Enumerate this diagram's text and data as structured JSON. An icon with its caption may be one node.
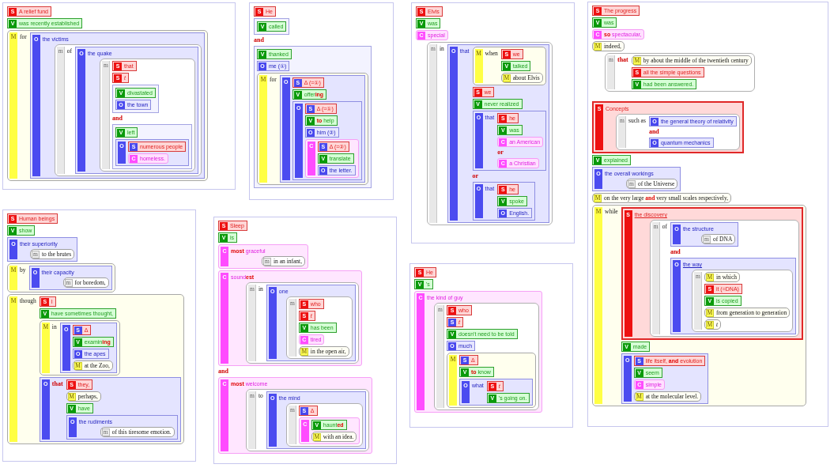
{
  "diagram": {
    "nodes": [
      {
        "text": [],
        "shape": "box"
      },
      {
        "text": [
          "S",
          "A relief fund"
        ],
        "in": 0
      },
      {
        "text": [
          "V",
          "was recently established"
        ],
        "in": 0
      },
      {
        "text": [
          "M",
          "for"
        ],
        "in": 0
      },
      {
        "text": [
          "O",
          "the victims"
        ],
        "in": 3
      },
      {
        "text": [
          "m",
          "of"
        ],
        "in": 4
      },
      {
        "text": [
          "O",
          "the quake"
        ],
        "in": 5
      },
      {
        "text": [
          "m",
          "and"
        ],
        "in": 6
      },
      {
        "text": [
          "S",
          "that"
        ],
        "in": 7
      },
      {
        "text": [
          "S",
          "t"
        ],
        "in": 7
      },
      {
        "text": [],
        "shape": "box",
        "in": 7
      },
      {
        "text": [
          "V",
          "divastated"
        ],
        "in": 10
      },
      {
        "text": [
          "O",
          "the town"
        ],
        "in": 10
      },
      {
        "text": [],
        "shape": "box",
        "in": 7
      },
      {
        "text": [
          "V",
          "left"
        ],
        "in": 13
      },
      {
        "text": [
          "O"
        ],
        "in": 13
      },
      {
        "text": [
          "S",
          "numerous people"
        ],
        "in": 15
      },
      {
        "text": [
          "C",
          "homeless."
        ],
        "in": 15
      },
      {
        "text": [
          "and"
        ]
      },
      {
        "text": [
          "S",
          "He"
        ],
        "in": 18
      },
      {
        "text": [],
        "shape": "box",
        "in": 18
      },
      {
        "text": [
          "V",
          "called"
        ],
        "in": 20
      },
      {
        "text": [],
        "shape": "box",
        "in": 18
      },
      {
        "text": [
          "V",
          "thanked"
        ],
        "in": 22
      },
      {
        "text": [
          "O",
          "me (①)"
        ],
        "in": 22
      },
      {
        "text": [
          "M",
          "for"
        ],
        "in": 22
      },
      {
        "text": [
          "O"
        ],
        "in": 25
      },
      {
        "text": [
          "S",
          "Δ (=①)"
        ],
        "in": 26
      },
      {
        "text": [
          "V",
          "offer**ing**"
        ],
        "in": 26
      },
      {
        "text": [
          "O"
        ],
        "in": 26
      },
      {
        "text": [
          "S",
          "Δ (=①)"
        ],
        "in": 29
      },
      {
        "text": [
          "V",
          "**to** help"
        ],
        "in": 29
      },
      {
        "text": [
          "O",
          "him (②)"
        ],
        "in": 29
      },
      {
        "text": [
          "C"
        ],
        "in": 29
      },
      {
        "text": [
          "S",
          "Δ (=②)"
        ],
        "in": 33
      },
      {
        "text": [
          "V",
          "translate"
        ],
        "in": 33
      },
      {
        "text": [
          "O",
          "the letter."
        ],
        "in": 33
      },
      {
        "text": [],
        "shape": "box"
      },
      {
        "text": [
          "S",
          "Elvis"
        ],
        "in": 37
      },
      {
        "text": [
          "V",
          "was"
        ],
        "in": 37
      },
      {
        "text": [
          "C",
          "special"
        ],
        "in": 37
      },
      {
        "text": [
          "m",
          "in"
        ],
        "in": 37
      },
      {
        "text": [
          "O",
          "that",
          "or"
        ],
        "in": 41
      },
      {
        "text": [
          "M",
          "when"
        ],
        "in": 42
      },
      {
        "text": [
          "S",
          "we"
        ],
        "in": 43
      },
      {
        "text": [
          "V",
          "talked"
        ],
        "in": 43
      },
      {
        "text": [
          "M",
          "about Elvis"
        ],
        "in": 43
      },
      {
        "text": [
          "S",
          "we"
        ],
        "in": 42
      },
      {
        "text": [
          "V",
          "never realized"
        ],
        "in": 42
      },
      {
        "text": [
          "O",
          "that",
          "or"
        ],
        "in": 42
      },
      {
        "text": [
          "S",
          "he"
        ],
        "in": 49
      },
      {
        "text": [
          "V",
          "was"
        ],
        "in": 49
      },
      {
        "text": [
          "C",
          "an American"
        ],
        "in": 49
      },
      {
        "text": [
          "C",
          "a Christian"
        ],
        "in": 49
      },
      {
        "text": [
          "O",
          "that"
        ],
        "in": 42
      },
      {
        "text": [
          "S",
          "he"
        ],
        "in": 54
      },
      {
        "text": [
          "V",
          "spoke"
        ],
        "in": 54
      },
      {
        "text": [
          "O",
          "English."
        ],
        "in": 54
      },
      {
        "text": [],
        "shape": "box"
      },
      {
        "text": [
          "S",
          "The progress"
        ],
        "in": 58
      },
      {
        "text": [
          "V",
          "was"
        ],
        "in": 58
      },
      {
        "text": [
          "C",
          "**so** spectacular,"
        ],
        "in": 58
      },
      {
        "text": [
          "M",
          "indeed,"
        ],
        "in": 58
      },
      {
        "text": [
          "m",
          "that"
        ],
        "in": 58
      },
      {
        "text": [
          "M",
          "by about the middle of the twentieth century"
        ],
        "in": 63
      },
      {
        "text": [
          "S",
          "all the simple questions"
        ],
        "in": 63
      },
      {
        "text": [
          "V",
          "had been answered."
        ],
        "in": 63
      },
      {
        "text": [
          "S",
          "Concepts"
        ],
        "in": 58
      },
      {
        "text": [
          "m",
          "such as",
          "and"
        ],
        "in": 67
      },
      {
        "text": [
          "O",
          "the general theory of relativity"
        ],
        "in": 68
      },
      {
        "text": [
          "O",
          "quantum mechanics"
        ],
        "in": 68
      },
      {
        "text": [
          "V",
          "explained"
        ],
        "in": 58
      },
      {
        "text": [
          "O",
          "the overall workings"
        ],
        "in": 58
      },
      {
        "text": [
          "m",
          "of the Universe"
        ],
        "in": 72
      },
      {
        "text": [
          "M",
          "on the very large **and** very small scales respectively,"
        ],
        "in": 58
      },
      {
        "text": [
          "M",
          "while"
        ],
        "in": 58
      },
      {
        "text": [
          "S",
          "the discovery"
        ],
        "in": 75
      },
      {
        "text": [
          "m",
          "of",
          "and"
        ],
        "in": 76
      },
      {
        "text": [
          "O",
          "the structure"
        ],
        "in": 77
      },
      {
        "text": [
          "m",
          "of DNA"
        ],
        "in": 78
      },
      {
        "text": [
          "O",
          "the way"
        ],
        "in": 77
      },
      {
        "text": [
          "m"
        ],
        "in": 80
      },
      {
        "text": [
          "M",
          "in which"
        ],
        "in": 81
      },
      {
        "text": [
          "S",
          "it (=DNA)"
        ],
        "in": 81
      },
      {
        "text": [
          "V",
          "is copied"
        ],
        "in": 81
      },
      {
        "text": [
          "M",
          "from generation to generation"
        ],
        "in": 81
      },
      {
        "text": [
          "M",
          "t"
        ],
        "in": 81
      },
      {
        "text": [
          "V",
          "made"
        ],
        "in": 75
      },
      {
        "text": [
          "O"
        ],
        "in": 75
      },
      {
        "text": [
          "S",
          "life itself, **and** evolution"
        ],
        "in": 88
      },
      {
        "text": [
          "V",
          "seem"
        ],
        "in": 88
      },
      {
        "text": [
          "C",
          "simple"
        ],
        "in": 88
      },
      {
        "text": [
          "M",
          "at the molecular level."
        ],
        "in": 88
      },
      {
        "text": [],
        "shape": "box"
      },
      {
        "text": [
          "S",
          "Human beings"
        ],
        "in": 93
      },
      {
        "text": [
          "V",
          "show"
        ],
        "in": 93
      },
      {
        "text": [
          "O",
          "their superiority"
        ],
        "in": 93
      },
      {
        "text": [
          "m",
          "to the brutes"
        ],
        "in": 96
      },
      {
        "text": [
          "M",
          "by"
        ],
        "in": 93
      },
      {
        "text": [
          "O",
          "their capacity"
        ],
        "in": 98
      },
      {
        "text": [
          "m",
          "for boredom,"
        ],
        "in": 99
      },
      {
        "text": [
          "M",
          "though"
        ],
        "in": 93
      },
      {
        "text": [
          "S",
          "I"
        ],
        "in": 101
      },
      {
        "text": [
          "V",
          "have sometimes thought,"
        ],
        "in": 101
      },
      {
        "text": [
          "M",
          "in"
        ],
        "in": 101
      },
      {
        "text": [
          "O"
        ],
        "in": 104
      },
      {
        "text": [
          "S",
          "Δ"
        ],
        "in": 105
      },
      {
        "text": [
          "V",
          "examin**ing**"
        ],
        "in": 105
      },
      {
        "text": [
          "O",
          "the apes"
        ],
        "in": 105
      },
      {
        "text": [
          "M",
          "at the Zoo,"
        ],
        "in": 105
      },
      {
        "text": [
          "O",
          "that"
        ],
        "in": 101
      },
      {
        "text": [
          "S",
          "they,"
        ],
        "in": 110
      },
      {
        "text": [
          "M",
          "perhaps,"
        ],
        "in": 110
      },
      {
        "text": [
          "V",
          "have"
        ],
        "in": 110
      },
      {
        "text": [
          "O",
          "the rudiments"
        ],
        "in": 110
      },
      {
        "text": [
          "m",
          "of this tiresome emotion."
        ],
        "in": 114
      },
      {
        "text": [
          "and"
        ]
      },
      {
        "text": [
          "S",
          "Sleep"
        ],
        "in": 116
      },
      {
        "text": [
          "V",
          "is"
        ],
        "in": 116
      },
      {
        "text": [
          "C",
          "**most** graceful"
        ],
        "in": 116
      },
      {
        "text": [
          "m",
          "in an infant,"
        ],
        "in": 119
      },
      {
        "text": [
          "C",
          "sound**est**"
        ],
        "in": 116
      },
      {
        "text": [
          "m",
          "in"
        ],
        "in": 121
      },
      {
        "text": [
          "O",
          "one"
        ],
        "in": 122
      },
      {
        "text": [
          "m"
        ],
        "in": 123
      },
      {
        "text": [
          "S",
          "who"
        ],
        "in": 124
      },
      {
        "text": [
          "S",
          "t"
        ],
        "in": 124
      },
      {
        "text": [
          "V",
          "has been"
        ],
        "in": 124
      },
      {
        "text": [
          "C",
          "tired"
        ],
        "in": 124
      },
      {
        "text": [
          "M",
          "in the open air,"
        ],
        "in": 124
      },
      {
        "text": [
          "C",
          "**most** welcome"
        ],
        "in": 116
      },
      {
        "text": [
          "m",
          "to"
        ],
        "in": 130
      },
      {
        "text": [
          "O",
          "the mind"
        ],
        "in": 131
      },
      {
        "text": [
          "m"
        ],
        "in": 132
      },
      {
        "text": [
          "S",
          "Δ"
        ],
        "in": 133
      },
      {
        "text": [
          "C"
        ],
        "in": 133
      },
      {
        "text": [
          "V",
          "haunt**ed**"
        ],
        "in": 135
      },
      {
        "text": [
          "M",
          "with an idea."
        ],
        "in": 135
      },
      {
        "text": [],
        "shape": "box"
      },
      {
        "text": [
          "S",
          "He"
        ],
        "in": 138
      },
      {
        "text": [
          "V",
          "'s"
        ],
        "in": 138
      },
      {
        "text": [
          "C",
          "the kind of guy"
        ],
        "in": 138
      },
      {
        "text": [
          "m"
        ],
        "in": 141
      },
      {
        "text": [
          "S",
          "who"
        ],
        "in": 142
      },
      {
        "text": [
          "S",
          "t"
        ],
        "in": 142
      },
      {
        "text": [
          "V",
          "doesn't need to be told"
        ],
        "in": 142
      },
      {
        "text": [
          "O",
          "much"
        ],
        "in": 142
      },
      {
        "text": [
          "M"
        ],
        "in": 142
      },
      {
        "text": [
          "S",
          "Δ"
        ],
        "in": 147
      },
      {
        "text": [
          "V",
          "**to** know"
        ],
        "in": 147
      },
      {
        "text": [
          "O",
          "what"
        ],
        "in": 147
      },
      {
        "text": [
          "S",
          "t"
        ],
        "in": 150
      },
      {
        "text": [
          "V",
          "'s going on."
        ],
        "in": 150
      }
    ]
  }
}
